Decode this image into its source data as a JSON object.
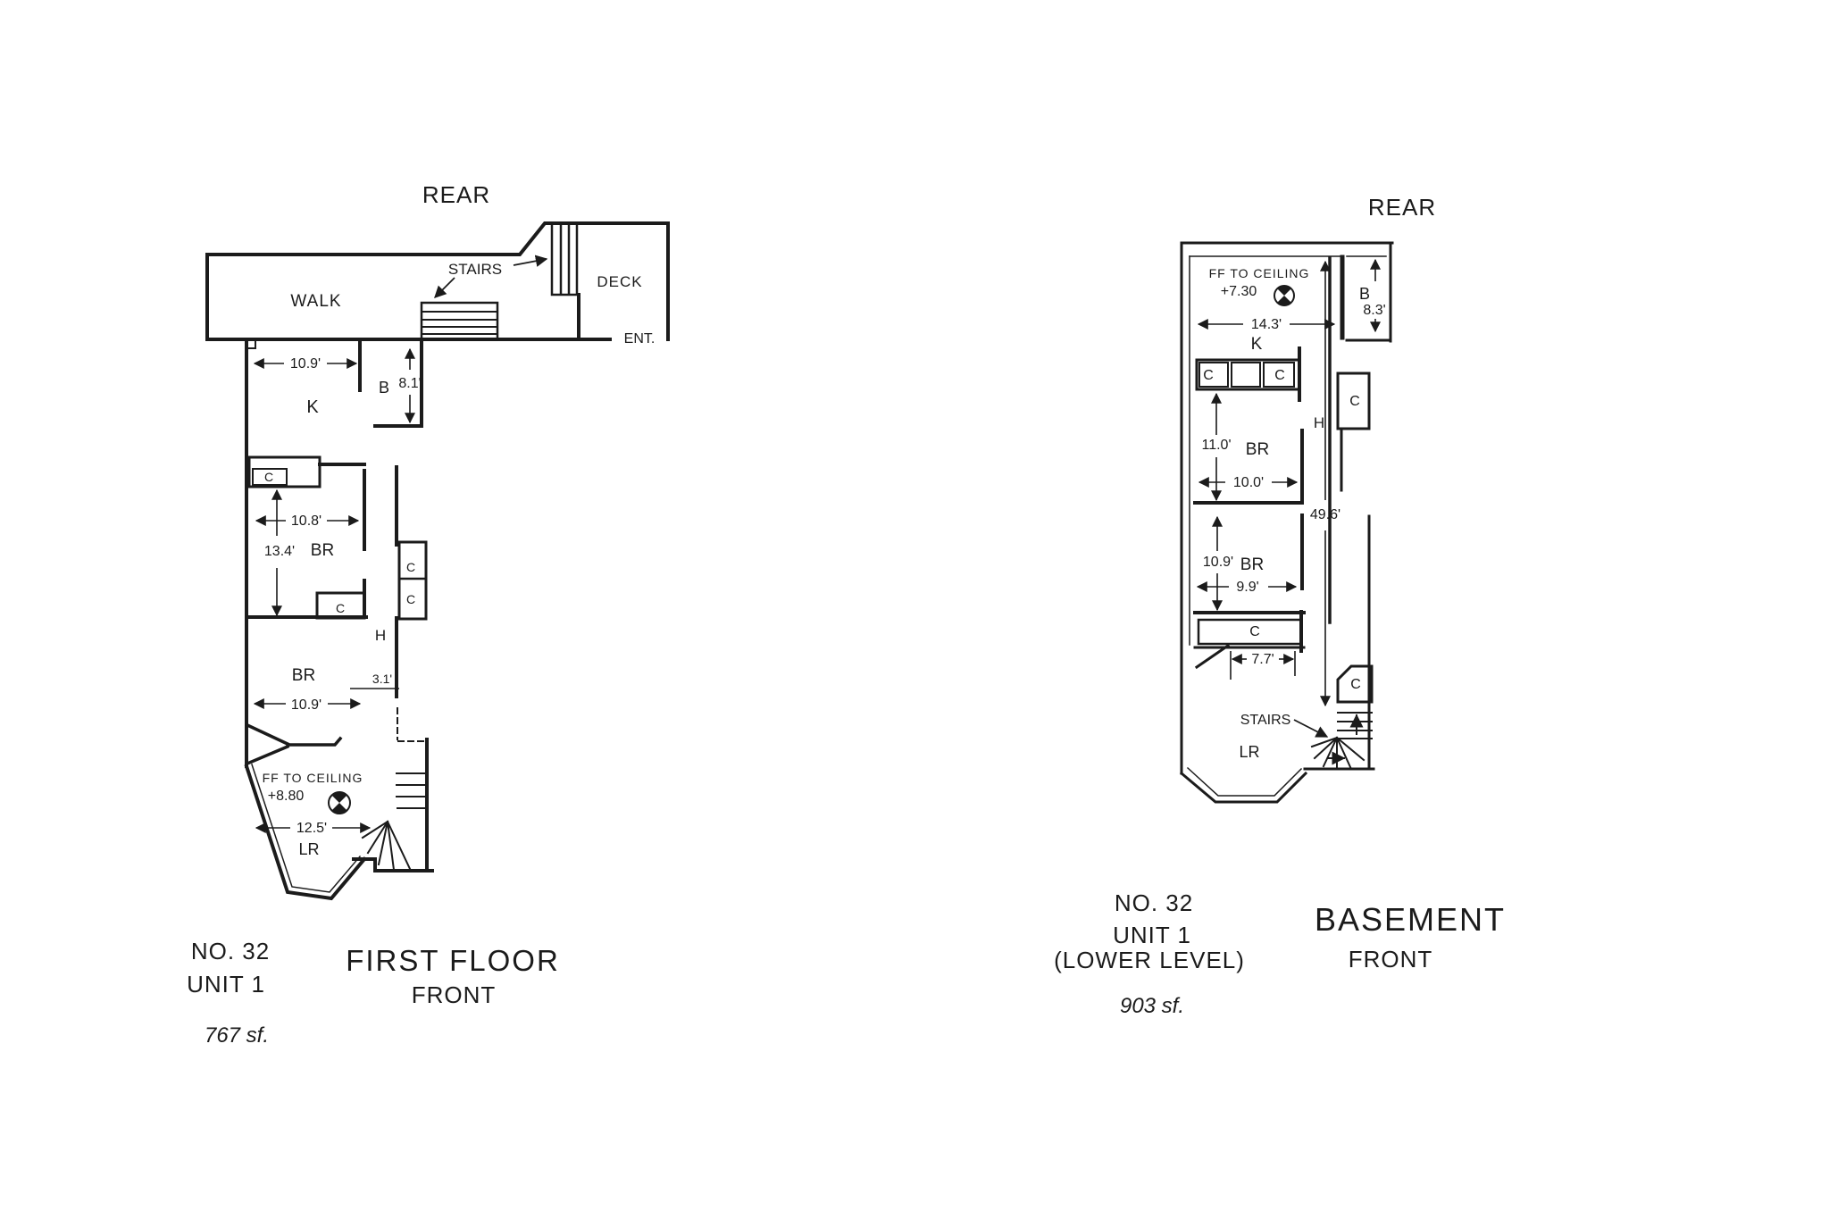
{
  "first_floor": {
    "orientation_label": "REAR",
    "walk": "WALK",
    "stairs": "STAIRS",
    "deck": "DECK",
    "entry": "ENT.",
    "kitchen": "K",
    "bath": "B",
    "bedroom": "BR",
    "closet": "C",
    "hall": "H",
    "living_room": "LR",
    "ceiling_note": "FF TO CEILING",
    "ceiling_height": "+8.80",
    "dim_kitchen_width": "10.9'",
    "dim_bath": "8.1'",
    "dim_bedroom1_width": "10.8'",
    "dim_bedroom1_length": "13.4'",
    "dim_hall": "3.1'",
    "dim_bedroom2_width": "10.9'",
    "dim_living_width": "12.5'",
    "building_no": "NO. 32",
    "unit": "UNIT 1",
    "area": "767 sf.",
    "title": "FIRST FLOOR",
    "front_label": "FRONT"
  },
  "basement": {
    "orientation_label": "REAR",
    "stairs": "STAIRS",
    "kitchen": "K",
    "bath": "B",
    "bedroom": "BR",
    "closet": "C",
    "hall": "H",
    "living_room": "LR",
    "ceiling_note": "FF TO CEILING",
    "ceiling_height": "+7.30",
    "dim_kitchen_width": "14.3'",
    "dim_bath": "8.3'",
    "dim_bedroom1_length": "11.0'",
    "dim_bedroom1_width": "10.0'",
    "dim_total_depth": "49.6'",
    "dim_bedroom2_length": "10.9'",
    "dim_bedroom2_width": "9.9'",
    "dim_closet_width": "7.7'",
    "building_no": "NO. 32",
    "unit": "UNIT 1",
    "level": "(LOWER LEVEL)",
    "area": "903 sf.",
    "title": "BASEMENT",
    "front_label": "FRONT"
  }
}
